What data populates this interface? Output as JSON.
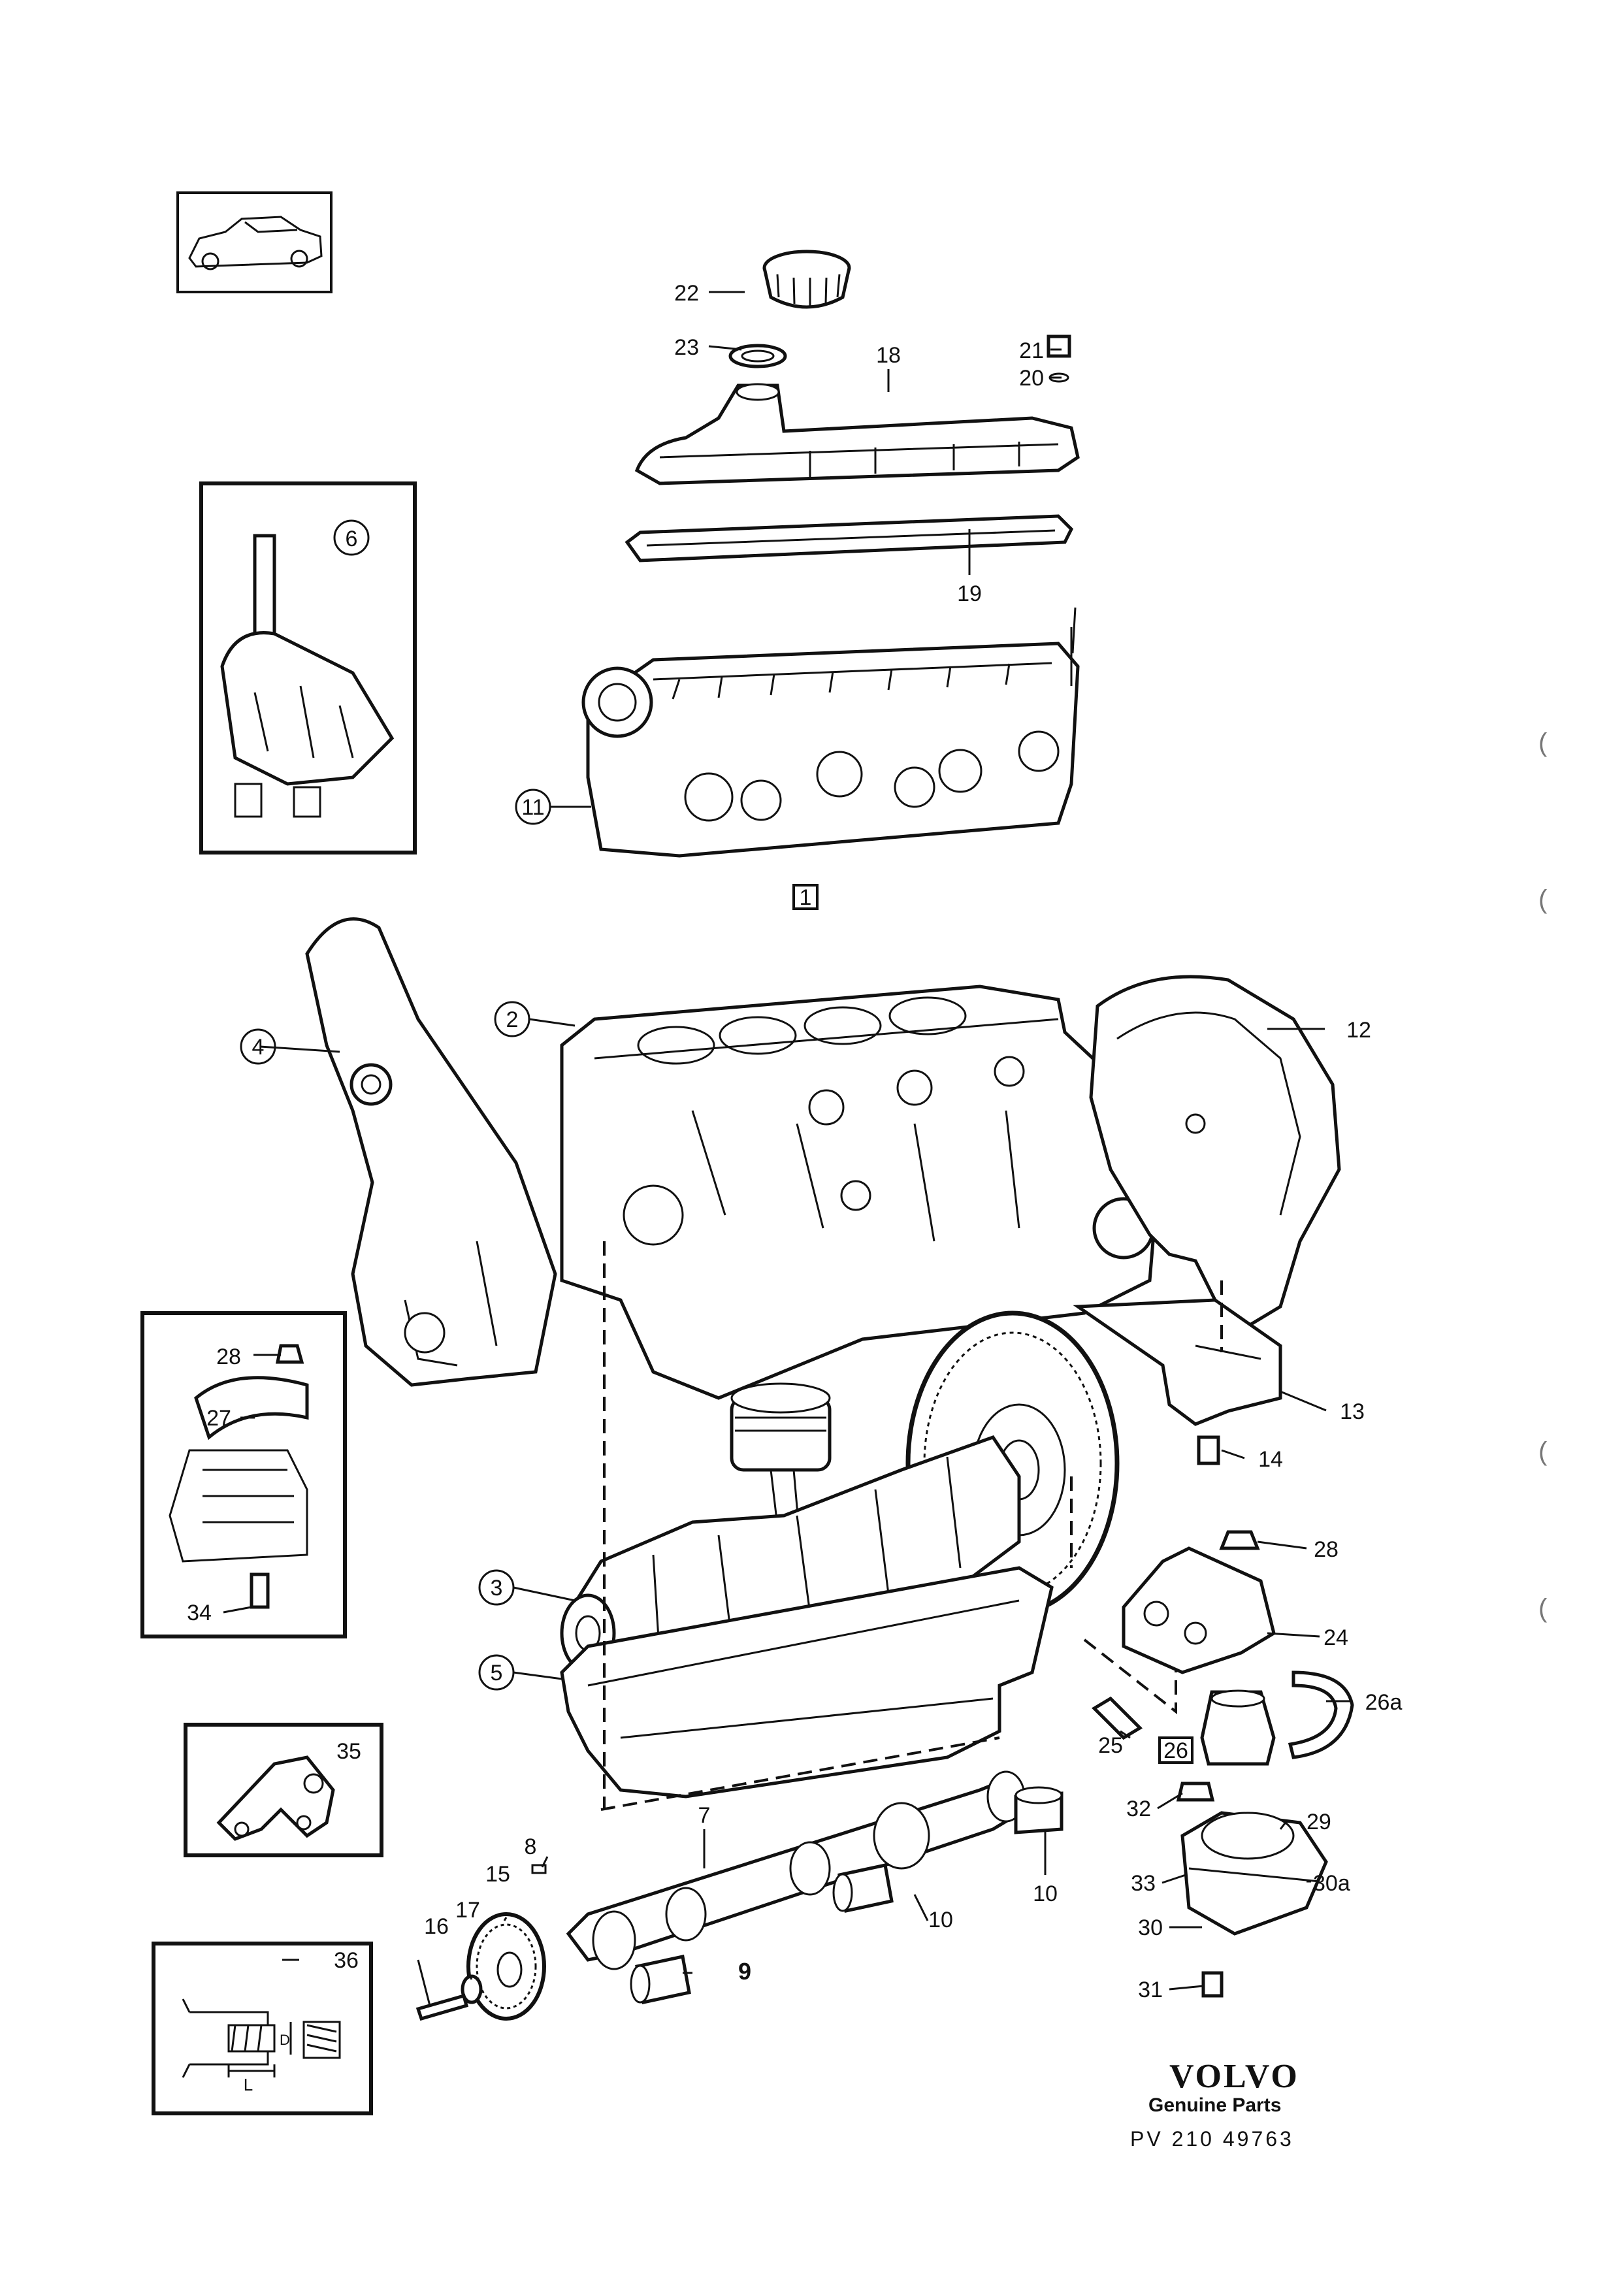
{
  "brand": {
    "name": "VOLVO",
    "tagline": "Genuine Parts",
    "ref": "PV  210 49763"
  },
  "callouts": {
    "c1": "1",
    "c2": "2",
    "c3": "3",
    "c4": "4",
    "c5": "5",
    "c6": "6",
    "c7": "7",
    "c8": "8",
    "c9": "9",
    "c10a": "10",
    "c10b": "10",
    "c11": "11",
    "c12": "12",
    "c13": "13",
    "c14": "14",
    "c15": "15",
    "c16": "16",
    "c17": "17",
    "c18": "18",
    "c19": "19",
    "c20": "20",
    "c21": "21",
    "c22": "22",
    "c23": "23",
    "c24": "24",
    "c25": "25",
    "c26": "26",
    "c26a": "26a",
    "c27": "27",
    "c28a": "28",
    "c28b": "28",
    "c29": "29",
    "c30": "30",
    "c30a": "30a",
    "c31": "31",
    "c32": "32",
    "c33": "33",
    "c34": "34",
    "c35": "35",
    "c36": "36",
    "dimL": "L",
    "dimD": "D"
  },
  "margin_marks": [
    "(",
    "(",
    "(",
    "("
  ]
}
